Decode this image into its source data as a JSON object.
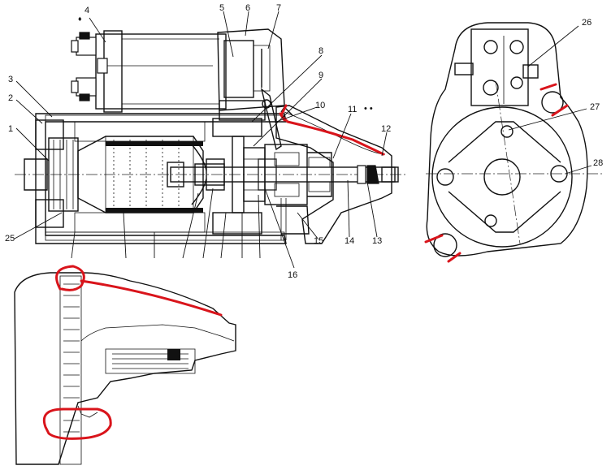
{
  "diagram": {
    "main_labels": [
      "1",
      "2",
      "3",
      "4",
      "5",
      "6",
      "7",
      "8",
      "9",
      "10",
      "11",
      "12",
      "13",
      "14",
      "15",
      "16",
      "25"
    ],
    "end_labels": [
      "26",
      "27",
      "28"
    ],
    "annotation_dots": "• •",
    "colors": {
      "ink": "#111111",
      "highlight": "#d9141b",
      "stipple": "#1a1a1a",
      "paper": "#ffffff"
    }
  }
}
